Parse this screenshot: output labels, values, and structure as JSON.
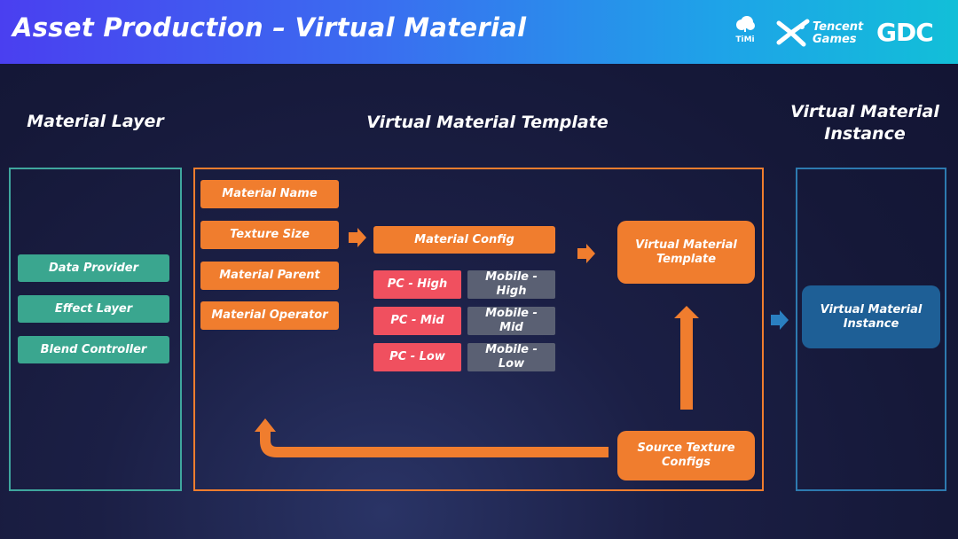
{
  "header": {
    "title": "Asset Production – Virtual Material",
    "logos": {
      "timi": "TiMi",
      "tencent_line1": "Tencent",
      "tencent_line2": "Games",
      "gdc": "GDC"
    }
  },
  "sections": {
    "material_layer": "Material Layer",
    "template": "Virtual Material Template",
    "instance_line1": "Virtual Material",
    "instance_line2": "Instance"
  },
  "material_layer": {
    "items": [
      "Data Provider",
      "Effect Layer",
      "Blend Controller"
    ]
  },
  "template": {
    "inputs": [
      "Material Name",
      "Texture Size",
      "Material Parent",
      "Material Operator"
    ],
    "config": "Material Config",
    "quality": {
      "pc": [
        "PC - High",
        "PC - Mid",
        "PC - Low"
      ],
      "mobile": [
        "Mobile - High",
        "Mobile - Mid",
        "Mobile - Low"
      ]
    },
    "template_box": "Virtual Material Template",
    "source": "Source Texture Configs"
  },
  "instance": {
    "box": "Virtual Material Instance"
  },
  "colors": {
    "teal": "#3aa68f",
    "orange": "#f07d2e",
    "pc_red": "#f0505f",
    "mobile_gray": "#5a6073",
    "instance_blue": "#1e5f96",
    "arrow_blue": "#2a7fc0"
  }
}
